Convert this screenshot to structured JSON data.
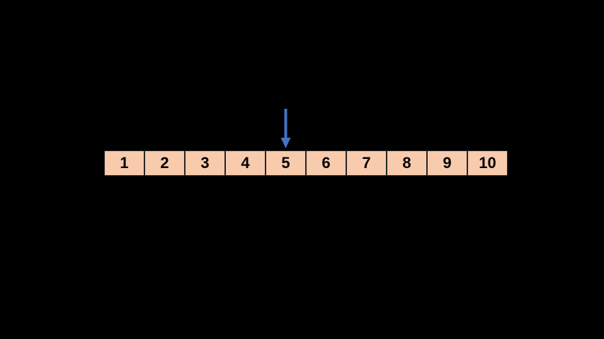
{
  "cells": [
    "1",
    "2",
    "3",
    "4",
    "5",
    "6",
    "7",
    "8",
    "9",
    "10"
  ],
  "pointer": {
    "points_to": "5",
    "direction": "down"
  },
  "colors": {
    "background": "#000000",
    "cell_fill": "#F8CBAD",
    "cell_border": "#262626",
    "cell_text": "#000000",
    "arrow": "#4472C4"
  }
}
